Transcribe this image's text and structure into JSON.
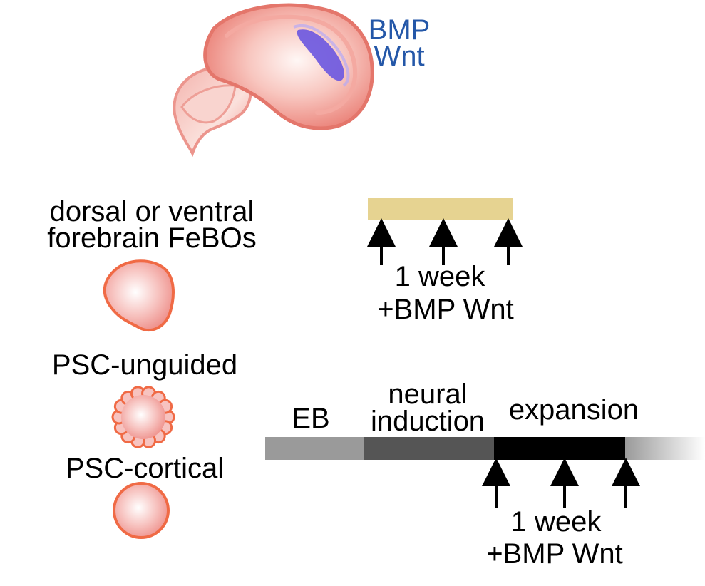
{
  "brain": {
    "signal_line1": "BMP",
    "signal_line2": "Wnt",
    "signal_color": "#2457a8",
    "tissue_color": "#ee8a7f",
    "signal_region_color": "#6a56e0"
  },
  "left_labels": {
    "febo_line1": "dorsal or ventral",
    "febo_line2": "forebrain FeBOs",
    "unguided": "PSC-unguided",
    "cortical": "PSC-cortical"
  },
  "febo_timeline": {
    "bar_color": "#e6d391",
    "duration_label": "1 week",
    "treatment_label": "+BMP Wnt",
    "arrow_count": 3
  },
  "psc_timeline": {
    "stages": [
      {
        "label_line1": "EB",
        "label_line2": "",
        "color": "#9a9a9a"
      },
      {
        "label_line1": "neural",
        "label_line2": "induction",
        "color": "#555555"
      },
      {
        "label_line1": "expansion",
        "label_line2": "",
        "color": "#000000"
      }
    ],
    "duration_label": "1 week",
    "treatment_label": "+BMP Wnt",
    "arrow_count": 3
  }
}
